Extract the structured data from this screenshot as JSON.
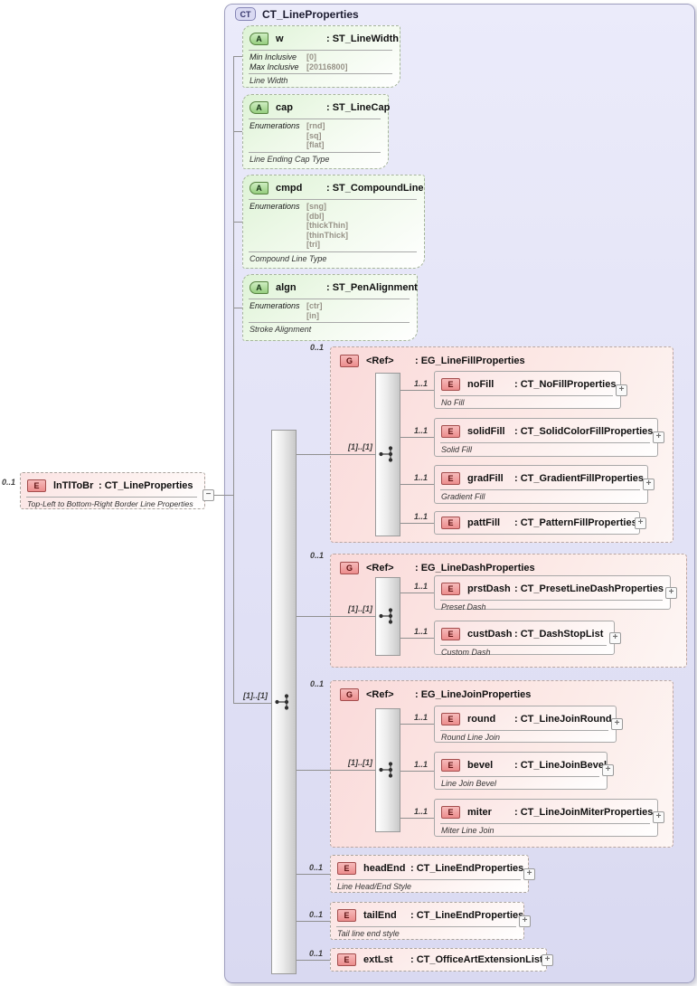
{
  "icons": {
    "expand_glyph": "+",
    "collapse_glyph": "−"
  },
  "colors": {
    "container_lavender": "#e2e2f6",
    "attribute_green": "#def3d6",
    "element_pink": "#fbe3e3",
    "group_pink": "#fadada",
    "connector_gray": "#909090"
  },
  "container": {
    "badge": "CT",
    "title": "CT_LineProperties"
  },
  "root": {
    "cardinality": "0..1",
    "badge": "E",
    "name": "lnTlToBr",
    "type": ": CT_LineProperties",
    "description": "Top-Left to Bottom-Right Border Line Properties"
  },
  "content_cardinality": "[1]..[1]",
  "attributes": [
    {
      "badge": "A",
      "name": "w",
      "type": ": ST_LineWidth",
      "facets": [
        {
          "label": "Min Inclusive",
          "value": "[0]"
        },
        {
          "label": "Max Inclusive",
          "value": "[20116800]"
        }
      ],
      "description": "Line Width"
    },
    {
      "badge": "A",
      "name": "cap",
      "type": ": ST_LineCap",
      "facets": [
        {
          "label": "Enumerations",
          "value": "[rnd]"
        },
        {
          "label": "",
          "value": "[sq]"
        },
        {
          "label": "",
          "value": "[flat]"
        }
      ],
      "description": "Line Ending Cap Type"
    },
    {
      "badge": "A",
      "name": "cmpd",
      "type": ": ST_CompoundLine",
      "facets": [
        {
          "label": "Enumerations",
          "value": "[sng]"
        },
        {
          "label": "",
          "value": "[dbl]"
        },
        {
          "label": "",
          "value": "[thickThin]"
        },
        {
          "label": "",
          "value": "[thinThick]"
        },
        {
          "label": "",
          "value": "[tri]"
        }
      ],
      "description": "Compound Line Type"
    },
    {
      "badge": "A",
      "name": "algn",
      "type": ": ST_PenAlignment",
      "facets": [
        {
          "label": "Enumerations",
          "value": "[ctr]"
        },
        {
          "label": "",
          "value": "[in]"
        }
      ],
      "description": "Stroke Alignment"
    }
  ],
  "groups": [
    {
      "cardinality": "0..1",
      "badge": "G",
      "name": "<Ref>",
      "type": ": EG_LineFillProperties",
      "inner_cardinality": "[1]..[1]",
      "children": [
        {
          "cardinality": "1..1",
          "badge": "E",
          "name": "noFill",
          "type": ": CT_NoFillProperties",
          "description": "No Fill"
        },
        {
          "cardinality": "1..1",
          "badge": "E",
          "name": "solidFill",
          "type": ": CT_SolidColorFillProperties",
          "description": "Solid Fill"
        },
        {
          "cardinality": "1..1",
          "badge": "E",
          "name": "gradFill",
          "type": ": CT_GradientFillProperties",
          "description": "Gradient Fill"
        },
        {
          "cardinality": "1..1",
          "badge": "E",
          "name": "pattFill",
          "type": ": CT_PatternFillProperties",
          "description": ""
        }
      ]
    },
    {
      "cardinality": "0..1",
      "badge": "G",
      "name": "<Ref>",
      "type": ": EG_LineDashProperties",
      "inner_cardinality": "[1]..[1]",
      "children": [
        {
          "cardinality": "1..1",
          "badge": "E",
          "name": "prstDash",
          "type": ": CT_PresetLineDashProperties",
          "description": "Preset Dash"
        },
        {
          "cardinality": "1..1",
          "badge": "E",
          "name": "custDash",
          "type": ": CT_DashStopList",
          "description": "Custom Dash"
        }
      ]
    },
    {
      "cardinality": "0..1",
      "badge": "G",
      "name": "<Ref>",
      "type": ": EG_LineJoinProperties",
      "inner_cardinality": "[1]..[1]",
      "children": [
        {
          "cardinality": "1..1",
          "badge": "E",
          "name": "round",
          "type": ": CT_LineJoinRound",
          "description": "Round Line Join"
        },
        {
          "cardinality": "1..1",
          "badge": "E",
          "name": "bevel",
          "type": ": CT_LineJoinBevel",
          "description": "Line Join Bevel"
        },
        {
          "cardinality": "1..1",
          "badge": "E",
          "name": "miter",
          "type": ": CT_LineJoinMiterProperties",
          "description": "Miter Line Join"
        }
      ]
    }
  ],
  "elements": [
    {
      "cardinality": "0..1",
      "badge": "E",
      "name": "headEnd",
      "type": ": CT_LineEndProperties",
      "description": "Line Head/End Style"
    },
    {
      "cardinality": "0..1",
      "badge": "E",
      "name": "tailEnd",
      "type": ": CT_LineEndProperties",
      "description": "Tail line end style"
    },
    {
      "cardinality": "0..1",
      "badge": "E",
      "name": "extLst",
      "type": ": CT_OfficeArtExtensionList",
      "description": ""
    }
  ]
}
